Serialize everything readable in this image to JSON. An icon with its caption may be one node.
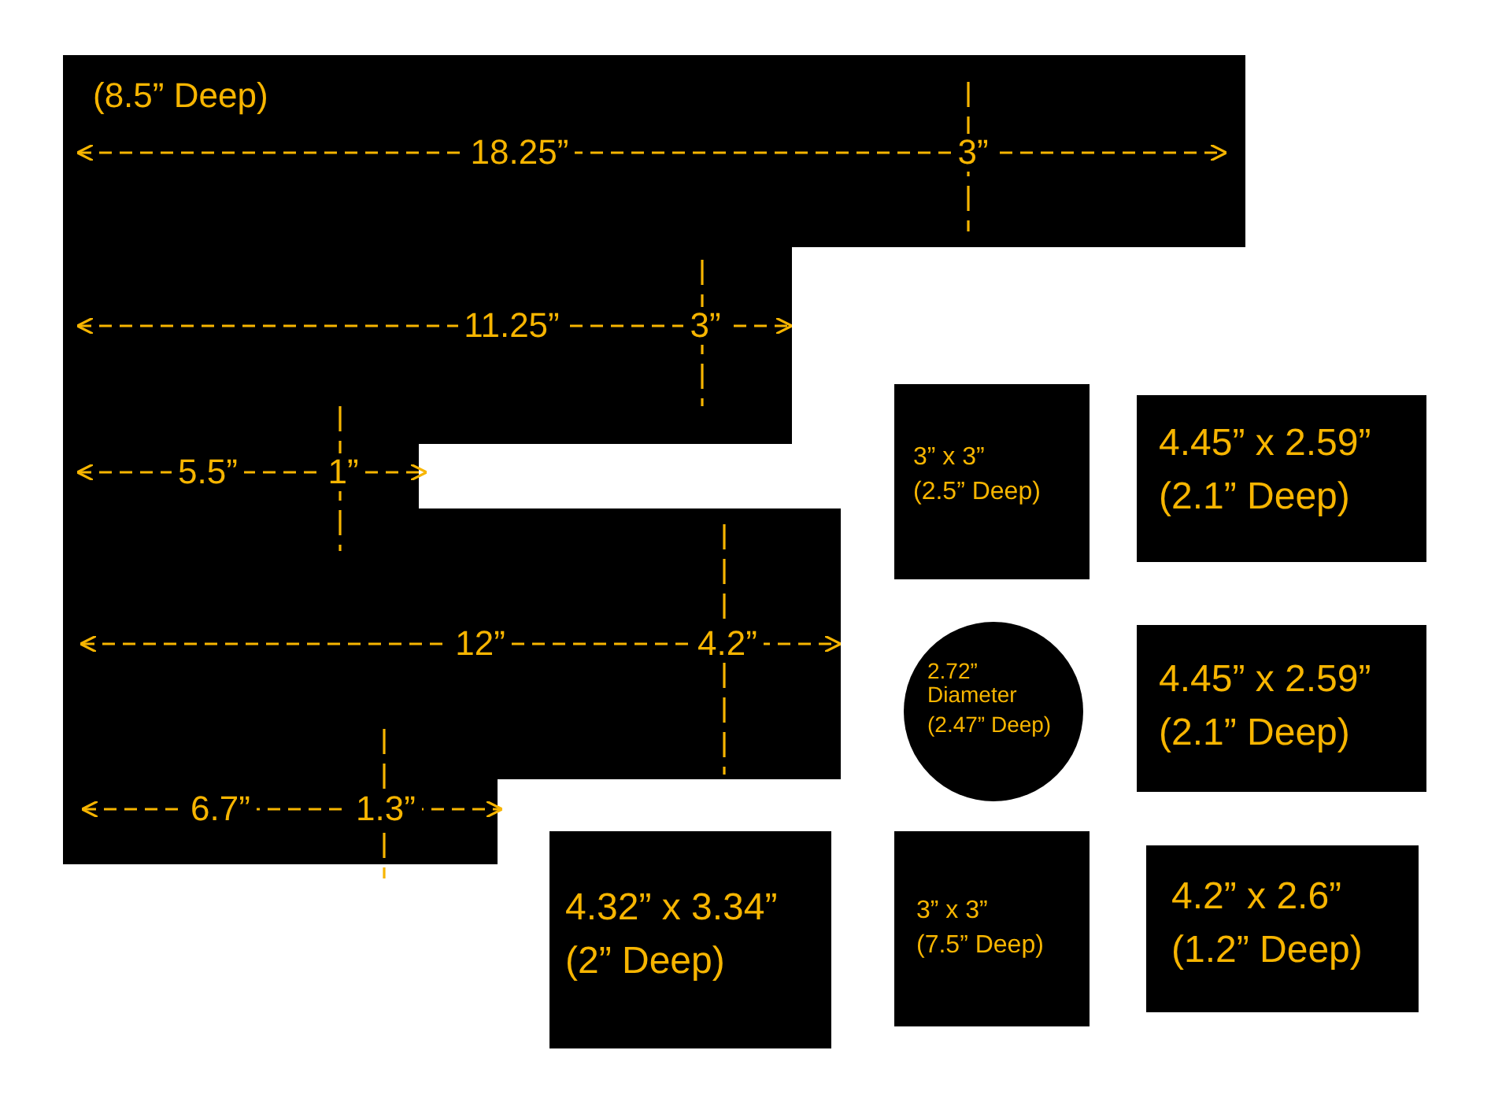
{
  "diagram": {
    "nodes": [
      {
        "text": [
          "(8.5” Deep)",
          "18.25”",
          "3”",
          "11.25”",
          "3”",
          "5.5”",
          "1”",
          "12”",
          "4.2”",
          "6.7”",
          "1.3”"
        ]
      },
      {
        "text": [
          "3” x 3”",
          "(2.5” Deep)"
        ]
      },
      {
        "text": [
          "4.45” x 2.59”",
          "(2.1” Deep)"
        ]
      },
      {
        "text": [
          "2.72” Diameter",
          "(2.47” Deep)"
        ]
      },
      {
        "text": [
          "4.45” x 2.59”",
          "(2.1” Deep)"
        ]
      },
      {
        "text": [
          "4.32” x 3.34”",
          "(2” Deep)"
        ]
      },
      {
        "text": [
          "3” x 3”",
          "(7.5” Deep)"
        ]
      },
      {
        "text": [
          "4.2” x 2.6”",
          "(1.2” Deep)"
        ]
      }
    ]
  }
}
